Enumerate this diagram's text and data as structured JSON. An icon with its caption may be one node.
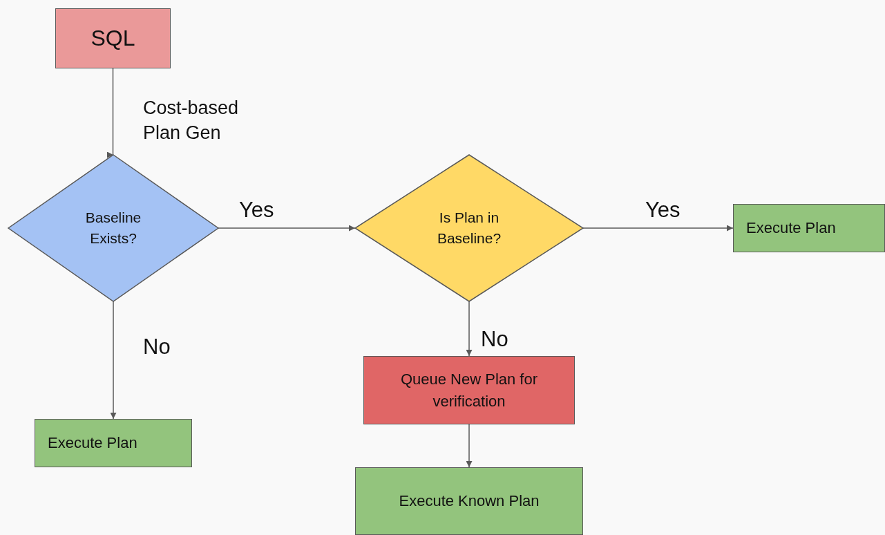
{
  "diagram": {
    "nodes": [
      {
        "text": [
          "SQL"
        ]
      },
      {
        "text": [
          "Baseline Exists?"
        ]
      },
      {
        "text": [
          "Is Plan in Baseline?"
        ]
      },
      {
        "text": [
          "Execute Plan"
        ]
      },
      {
        "text": [
          "Queue New Plan for verification"
        ]
      },
      {
        "text": [
          "Execute Plan"
        ]
      },
      {
        "text": [
          "Execute Known Plan"
        ]
      }
    ],
    "edges": [
      {
        "from": 0,
        "to": 1,
        "arrow": "to",
        "label": "Cost-based Plan Gen"
      },
      {
        "from": 1,
        "to": 2,
        "arrow": "to",
        "label": "Yes"
      },
      {
        "from": 2,
        "to": 3,
        "arrow": "to",
        "label": "Yes"
      },
      {
        "from": 1,
        "to": 5,
        "arrow": "to",
        "label": "No"
      },
      {
        "from": 2,
        "to": 4,
        "arrow": "to",
        "label": "No"
      },
      {
        "from": 4,
        "to": 6,
        "arrow": "to"
      }
    ]
  }
}
